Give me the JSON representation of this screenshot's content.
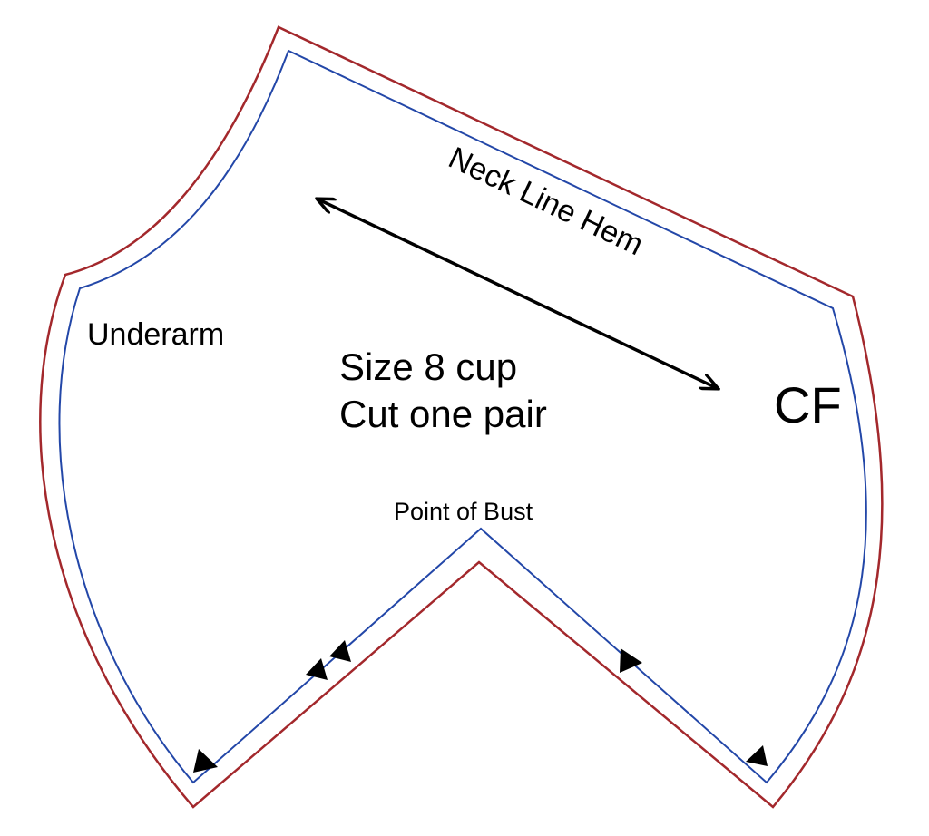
{
  "pattern": {
    "labels": {
      "neck_line_hem": "Neck Line Hem",
      "underarm": "Underarm",
      "size": "Size 8 cup",
      "cut_instruction": "Cut one pair",
      "center_front": "CF",
      "point_of_bust": "Point of Bust"
    },
    "colors": {
      "cutting_line": "#a3282c",
      "seam_line": "#2347a8",
      "marks": "#000000",
      "background": "#ffffff"
    },
    "notch_counts": {
      "left_lower_edge_single": 1,
      "left_lower_edge_double": 2,
      "right_lower_edge": 2
    }
  }
}
